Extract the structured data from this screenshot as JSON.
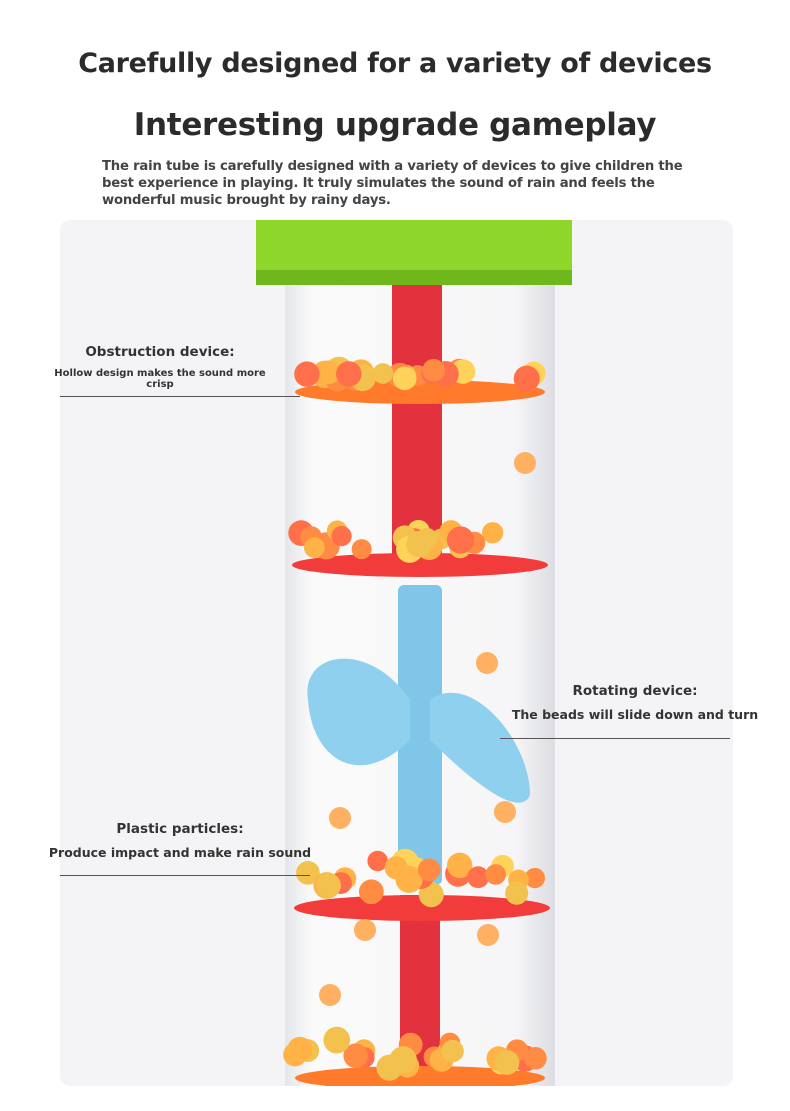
{
  "header": {
    "title": "Carefully designed for a variety of devices",
    "subtitle": "Interesting upgrade gameplay",
    "description": "The rain tube is carefully designed with a variety of devices to give children the best experience in playing. It truly simulates the sound of rain and feels the wonderful music brought by rainy days."
  },
  "callouts": {
    "obstruction": {
      "title": "Obstruction device:",
      "text": "Hollow design makes the sound more crisp"
    },
    "rotating": {
      "title": "Rotating device:",
      "text": "The beads will slide down and turn"
    },
    "particles": {
      "title": "Plastic particles:",
      "text": "Produce impact and make rain sound"
    }
  },
  "colors": {
    "cap": "#8fd62a",
    "disc_orange": "#ff7a2a",
    "disc_red": "#f23b3b",
    "fan": "#7fc6e8",
    "stem": "#e2323d",
    "bead": "#ffb347"
  }
}
